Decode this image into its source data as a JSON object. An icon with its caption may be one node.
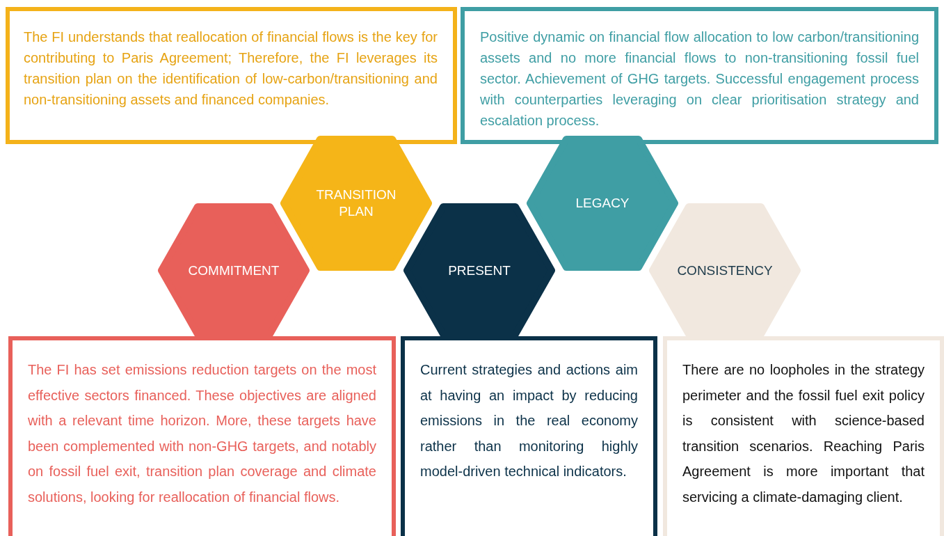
{
  "diagram": {
    "nodes": [
      {
        "text": [
          "The FI understands that reallocation of financial flows is the key for contributing to Paris Agreement; Therefore, the FI leverages its transition plan on the identification of low-carbon/transitioning and non-transitioning assets and financed companies."
        ]
      },
      {
        "text": [
          "Positive dynamic on financial flow allocation to low carbon/transitioning assets and no more financial flows to non-transitioning fossil fuel sector. Achievement of GHG targets. Successful engagement process with counterparties leveraging on clear prioritisation strategy and escalation process."
        ]
      },
      {
        "text": [
          "TRANSITION PLAN"
        ]
      },
      {
        "text": [
          "LEGACY"
        ]
      },
      {
        "text": [
          "COMMITMENT"
        ]
      },
      {
        "text": [
          "PRESENT"
        ]
      },
      {
        "text": [
          "CONSISTENCY"
        ]
      },
      {
        "text": [
          "The FI has set emissions reduction targets on the most effective sectors financed. These objectives are aligned with a relevant time horizon. More, these targets have been complemented with non-GHG targets, and notably on fossil fuel exit, transition plan coverage and climate solutions, looking for reallocation of financial flows."
        ]
      },
      {
        "text": [
          "Current strategies and actions aim at having an impact by reducing emissions in the real economy rather than monitoring highly model-driven technical indicators."
        ]
      },
      {
        "text": [
          "There are no loopholes in the strategy perimeter and the fossil fuel exit policy is consistent with science-based transition scenarios. Reaching Paris Agreement is more important that servicing a climate-damaging client."
        ]
      }
    ],
    "edges": []
  }
}
